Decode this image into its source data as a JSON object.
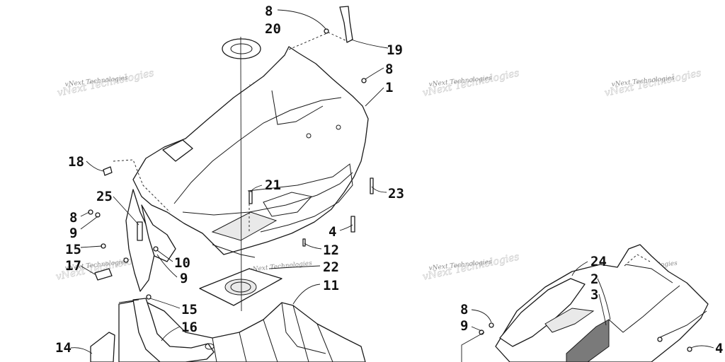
{
  "callouts": [
    {
      "id": "c8a",
      "text": "8"
    },
    {
      "id": "c20",
      "text": "20"
    },
    {
      "id": "c19",
      "text": "19"
    },
    {
      "id": "c8b",
      "text": "8"
    },
    {
      "id": "c1",
      "text": "1"
    },
    {
      "id": "c18",
      "text": "18"
    },
    {
      "id": "c21",
      "text": "21"
    },
    {
      "id": "c23",
      "text": "23"
    },
    {
      "id": "c25",
      "text": "25"
    },
    {
      "id": "c8c",
      "text": "8"
    },
    {
      "id": "c9a",
      "text": "9"
    },
    {
      "id": "c4a",
      "text": "4"
    },
    {
      "id": "c15a",
      "text": "15"
    },
    {
      "id": "c12",
      "text": "12"
    },
    {
      "id": "c10",
      "text": "10"
    },
    {
      "id": "c17",
      "text": "17"
    },
    {
      "id": "c22",
      "text": "22"
    },
    {
      "id": "c9b",
      "text": "9"
    },
    {
      "id": "c11",
      "text": "11"
    },
    {
      "id": "c15b",
      "text": "15"
    },
    {
      "id": "c16",
      "text": "16"
    },
    {
      "id": "c14",
      "text": "14"
    },
    {
      "id": "c24",
      "text": "24"
    },
    {
      "id": "c2",
      "text": "2"
    },
    {
      "id": "c3",
      "text": "3"
    },
    {
      "id": "c8d",
      "text": "8"
    },
    {
      "id": "c9c",
      "text": "9"
    },
    {
      "id": "c4b",
      "text": "4"
    }
  ],
  "watermark": {
    "text": "vNext Technologies"
  }
}
